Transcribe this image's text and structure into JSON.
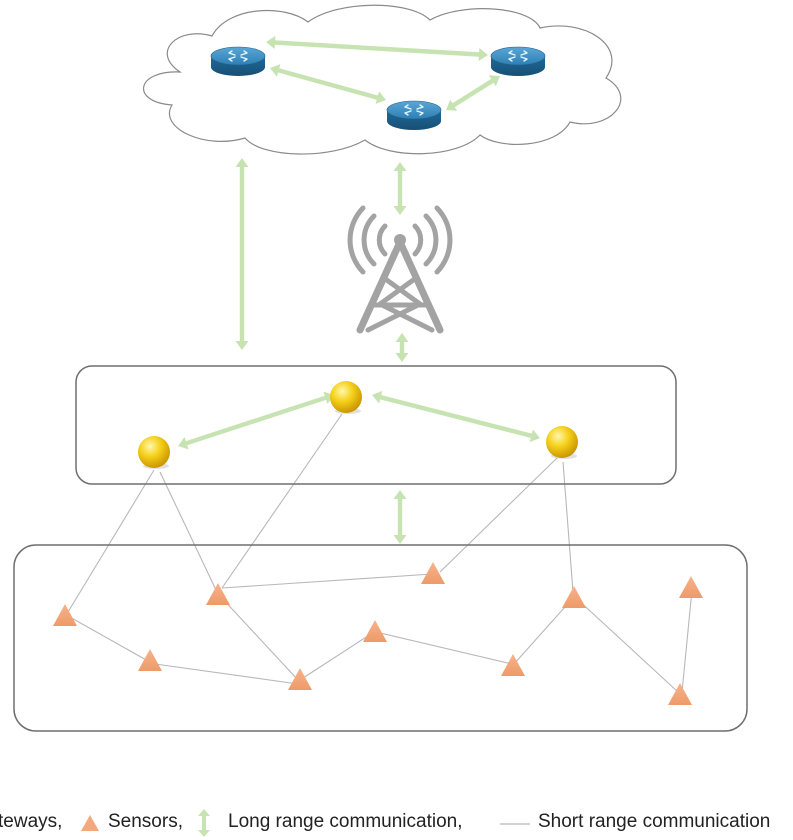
{
  "legend": {
    "gateways_label": "teways,",
    "sensors_label": "Sensors,",
    "long_range_label": "Long range communication,",
    "short_range_label": "Short range communication"
  },
  "colors": {
    "long_range_arrow": "#c8e3b2",
    "short_range_line": "#b8b8b8",
    "sensor_fill": "#f4a97c",
    "gateway_fill": "#f2c400",
    "router_fill": "#2e7fb3",
    "tower": "#a3a3a3",
    "container_stroke": "#6f6f6f"
  },
  "icons": {
    "router": "router-icon",
    "tower": "cell-tower-icon",
    "gateway": "gateway-node-icon",
    "sensor": "sensor-triangle-icon"
  }
}
